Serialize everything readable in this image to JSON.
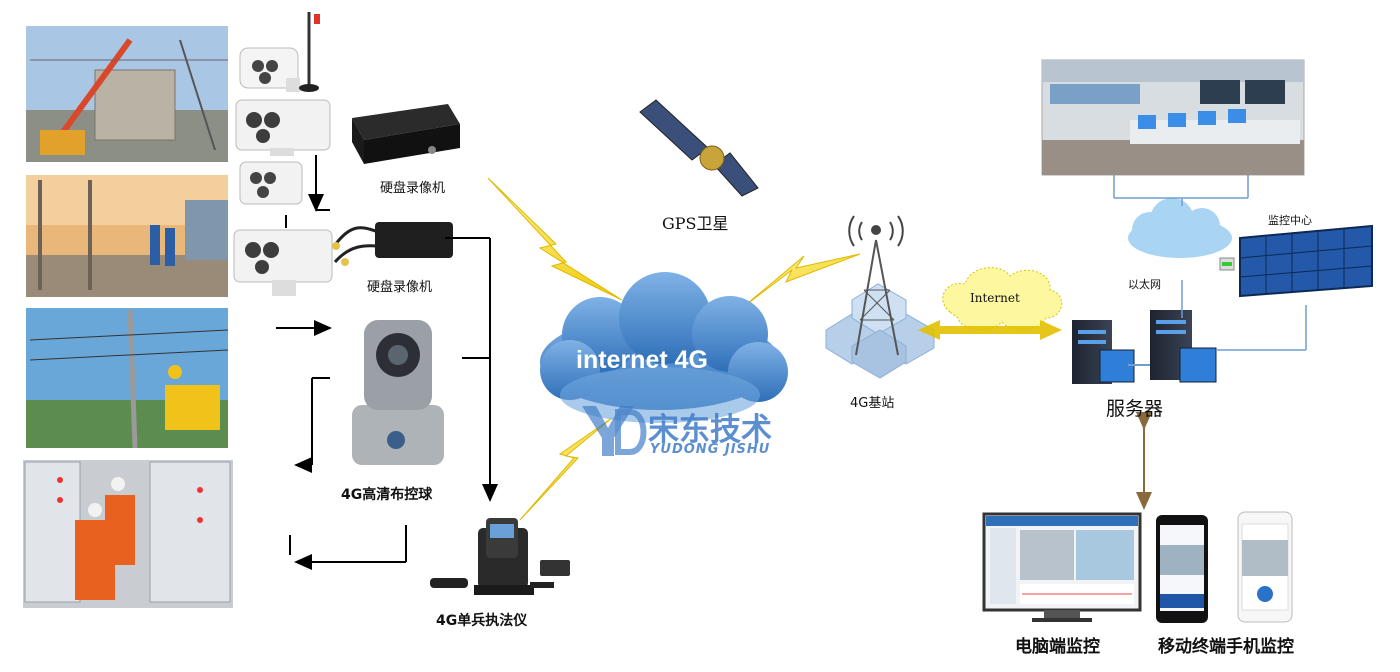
{
  "labels": {
    "dvr_top": "硬盘录像机",
    "dvr_bottom": "硬盘录像机",
    "ptz_dome": "4G高清布控球",
    "law_recorder": "4G单兵执法仪",
    "gps": "GPS卫星",
    "internet_cloud": "internet 4G",
    "base_station": "4G基站",
    "internet_small": "Internet",
    "ethernet": "以太网",
    "monitor_center": "监控中心",
    "server": "服务器",
    "pc_monitor": "电脑端监控",
    "mobile_monitor": "移动终端手机监控"
  },
  "watermark": {
    "cn": "宋东技术",
    "en": "YUDONG JISHU"
  },
  "colors": {
    "lightning": "#f2d21b",
    "cloud": "#4f8fd0",
    "arrow": "#000000",
    "server_link": "#8a6a3c",
    "line_blue": "#6f9fd0",
    "watermark": "#3f7cc7"
  }
}
